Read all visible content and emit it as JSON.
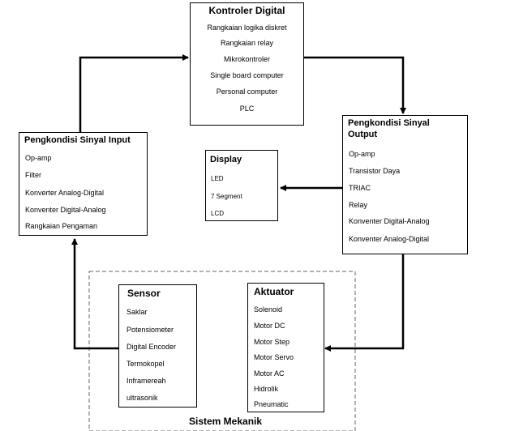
{
  "kontroler": {
    "title": "Kontroler Digital",
    "items": [
      "Rangkaian logika diskret",
      "Rangkaian relay",
      "Mikrokontroler",
      "Single board computer",
      "Personal computer",
      "PLC"
    ]
  },
  "input": {
    "title": "Pengkondisi Sinyal Input",
    "items": [
      "Op-amp",
      "Filter",
      "Konverter Analog-Digital",
      "Konventer Digital-Analog",
      "Rangkaian Pengaman"
    ]
  },
  "output": {
    "title_line1": "Pengkondisi Sinyal",
    "title_line2": "Output",
    "items": [
      "Op-amp",
      "Transistor Daya",
      "TRIAC",
      "Relay",
      "Konventer Digital-Analog",
      "Konventer Analog-Digital"
    ]
  },
  "display": {
    "title": "Display",
    "items": [
      "LED",
      "7 Segment",
      "LCD"
    ]
  },
  "sensor": {
    "title": "Sensor",
    "items": [
      "Saklar",
      "Potensiometer",
      "Digital Encoder",
      "Termokopel",
      "Inframereah",
      "ultrasonik"
    ]
  },
  "aktuator": {
    "title": "Aktuator",
    "items": [
      "Solenoid",
      "Motor DC",
      "Motor Step",
      "Motor Servo",
      "Motor AC",
      "Hidrolik",
      "Pneumatic"
    ]
  },
  "sistem": {
    "label": "Sistem Mekanik"
  }
}
